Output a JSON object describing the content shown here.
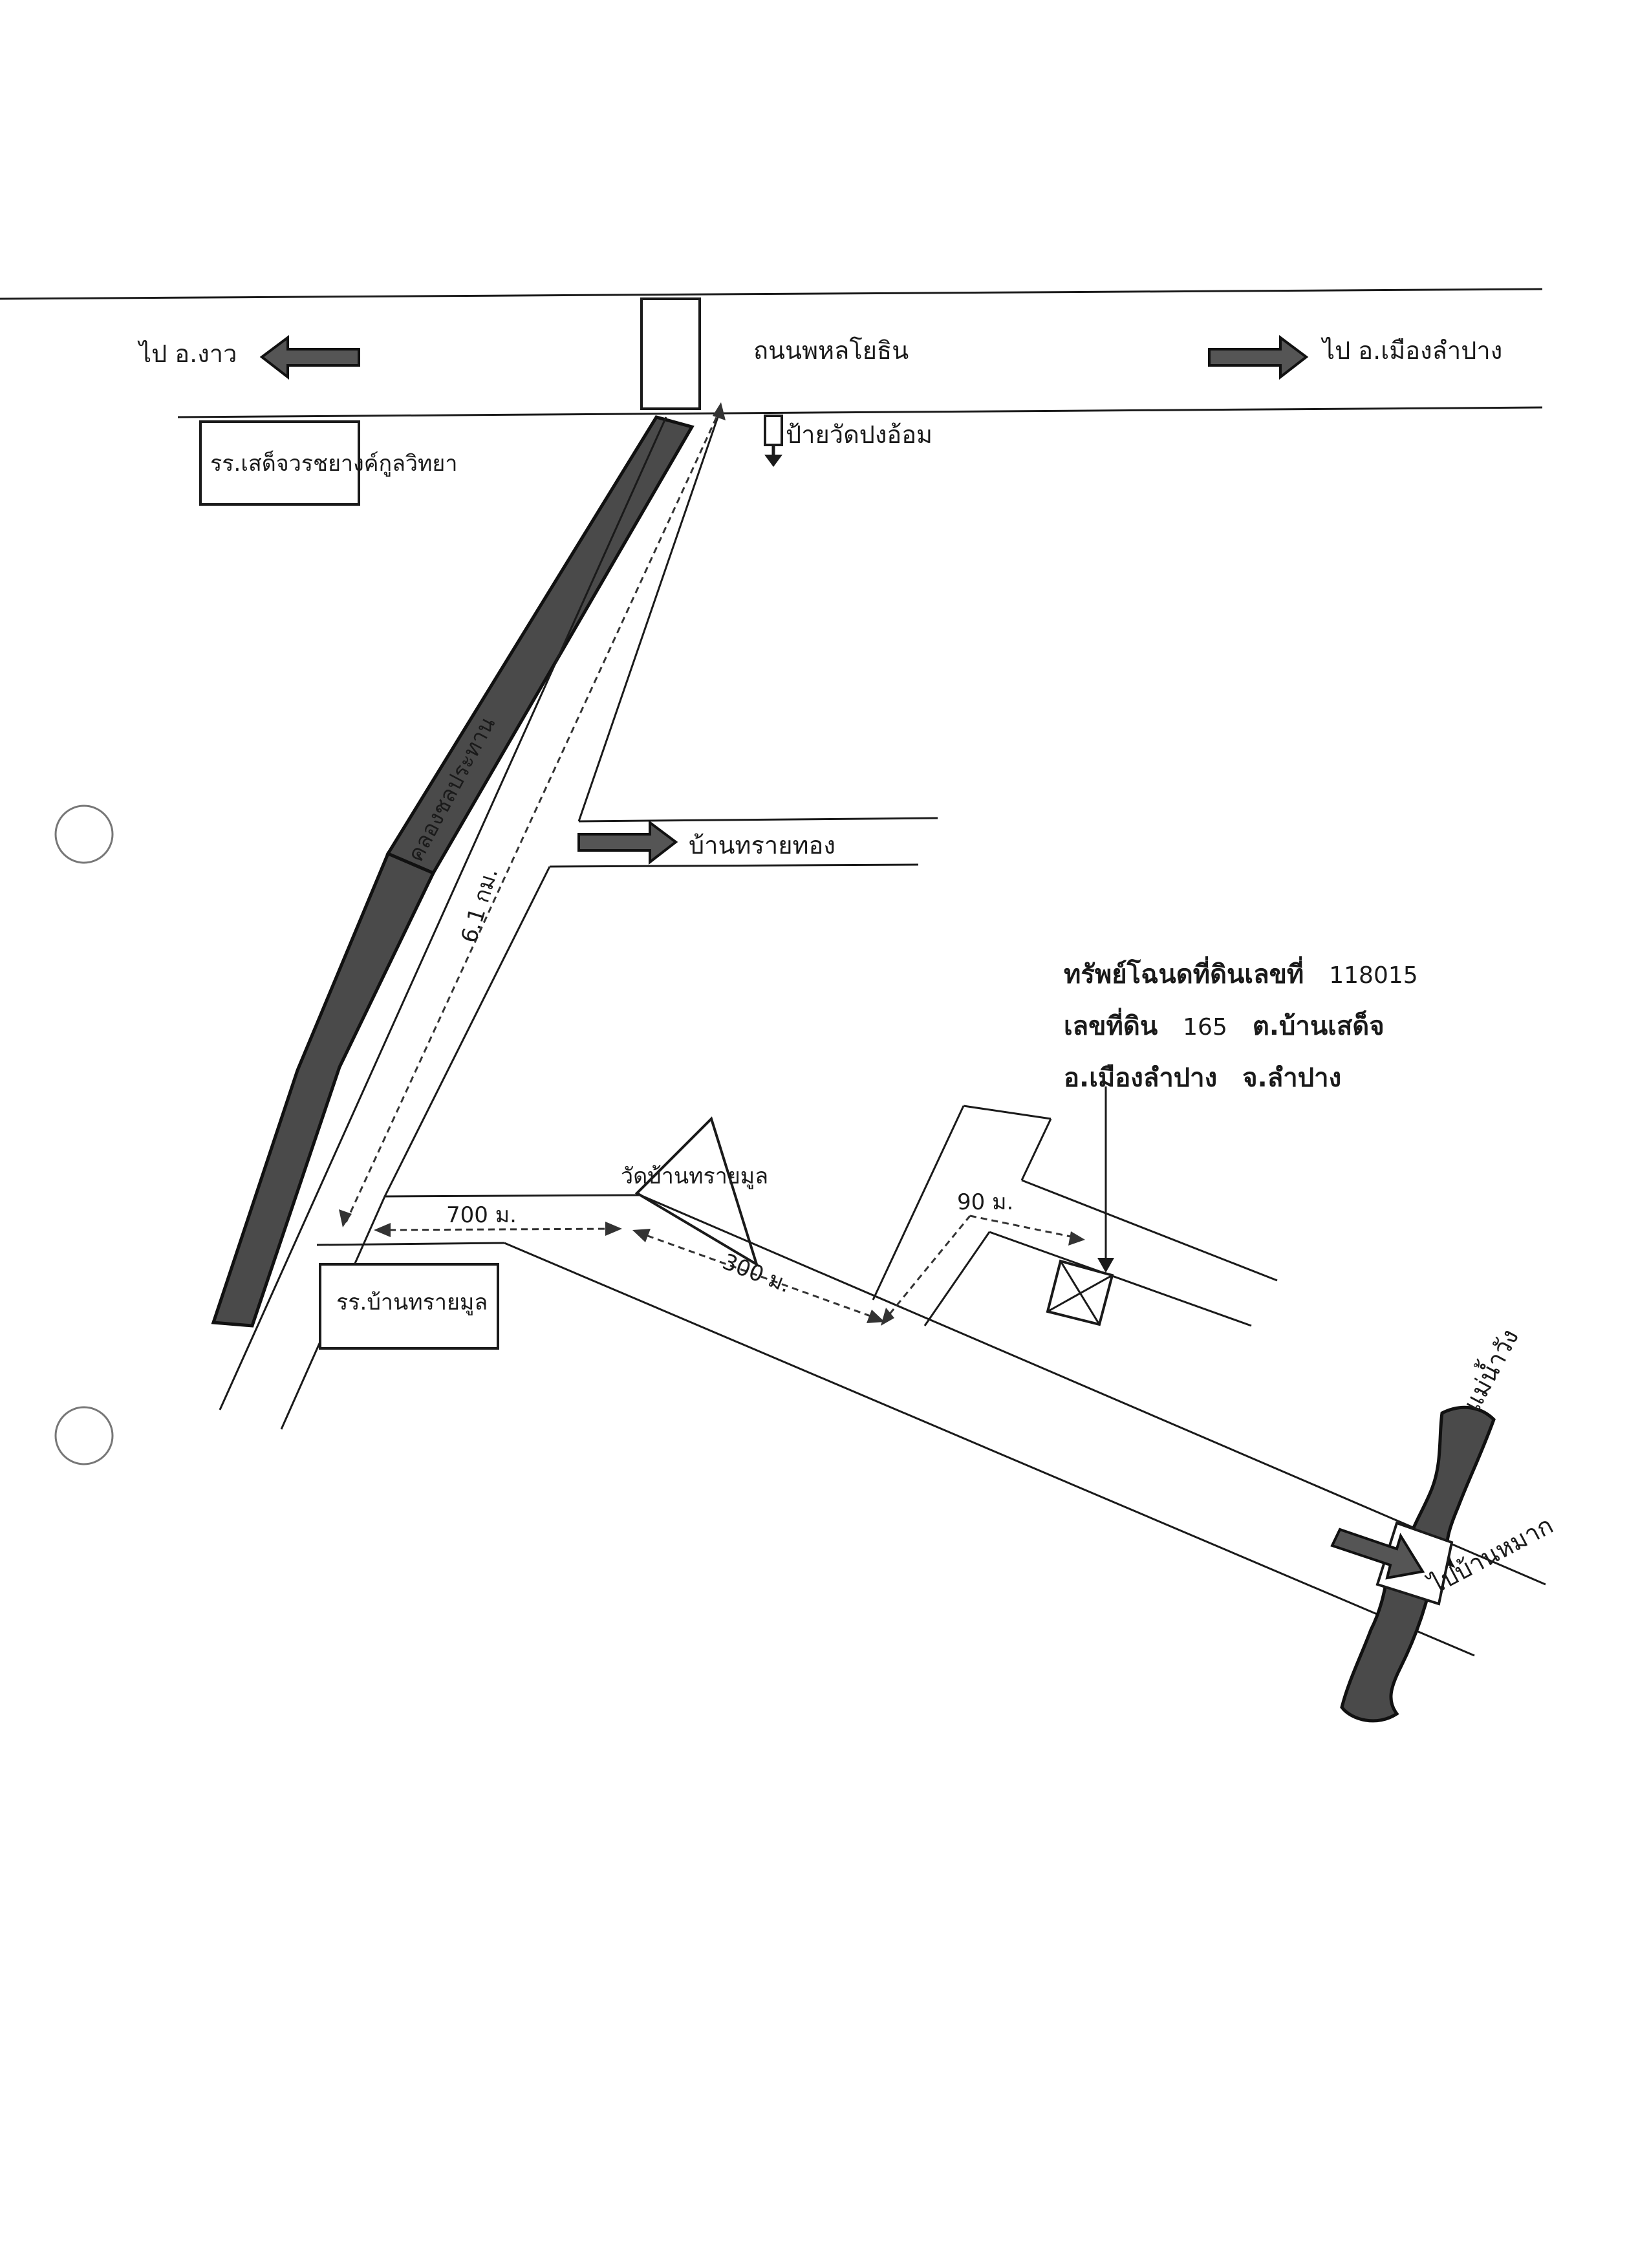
{
  "map": {
    "road_main": "ถนนพหลโยธิน",
    "to_ngao": "ไป อ.งาว",
    "to_mueang_lampang": "ไป อ.เมืองลำปาง",
    "school_top": "รร.เสด็จวรชยางค์กูลวิทยา",
    "sign_wat": "ป้ายวัดปงอ้อม",
    "canal": "คลองชลประทาน",
    "dist_61km": "6.1 กม.",
    "ban_sai_thong": "บ้านทรายทอง",
    "wat_ban_sai_mun": "วัดบ้านทรายมูล",
    "dist_700": "700 ม.",
    "dist_300": "300 ม.",
    "dist_90": "90 ม.",
    "school_bottom": "รร.บ้านทรายมูล",
    "river_wang": "แม่น้ำวัง",
    "to_ban_mak": "ไปบ้านหมาก",
    "deed_line1_label": "ทรัพย์โฉนดที่ดินเลขที่",
    "deed_line1_value": "118015",
    "deed_line2_label": "เลขที่ดิน",
    "deed_line2_value": "165",
    "deed_line2_tambon": "ต.บ้านเสด็จ",
    "deed_line3_amphoe": "อ.เมืองลำปาง",
    "deed_line3_province": "จ.ลำปาง"
  },
  "colors": {
    "ink": "#1a1a1a",
    "river_fill": "#4a4a4a",
    "arrow_fill": "#555555",
    "paper": "#ffffff"
  },
  "icons": [
    "arrow-left-icon",
    "arrow-right-icon",
    "down-arrow-sign-icon",
    "temple-triangle-icon",
    "land-plot-x-icon",
    "punch-hole-icon"
  ]
}
